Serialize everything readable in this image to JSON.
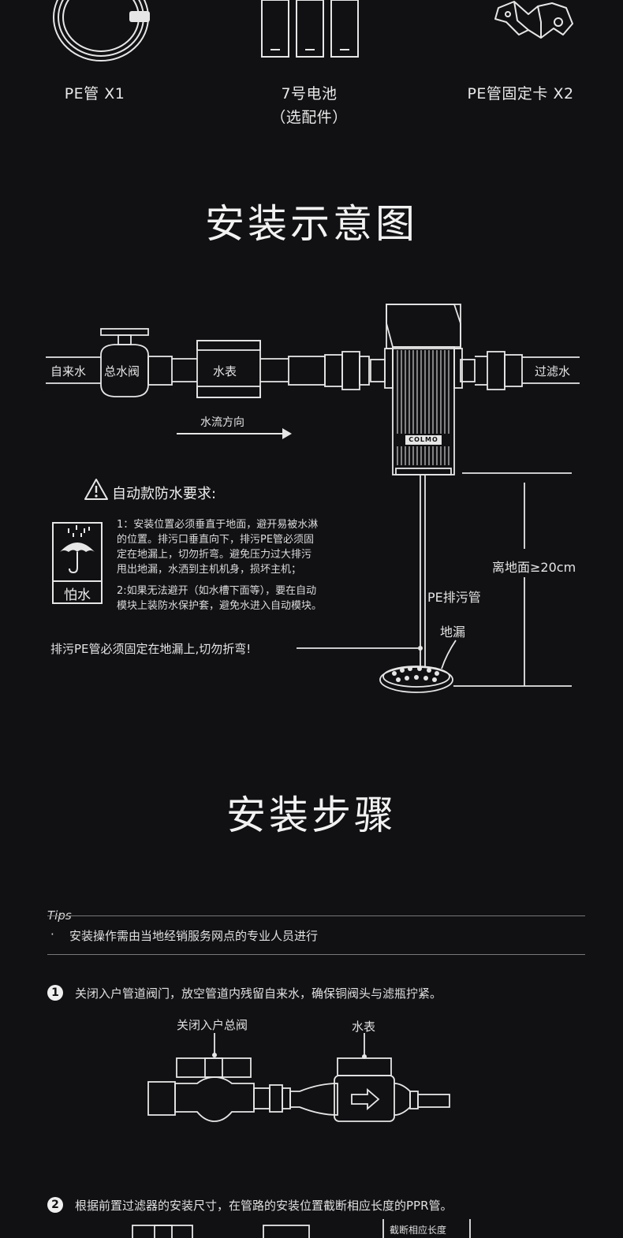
{
  "parts": [
    {
      "label": "PE管 X1",
      "icon": "pe-pipe-coil-icon"
    },
    {
      "label": "7号电池",
      "sub": "（选配件）",
      "icon": "battery-icon"
    },
    {
      "label": "PE管固定卡 X2",
      "icon": "pipe-clip-icon"
    }
  ],
  "diagram": {
    "title": "安装示意图",
    "inlet": "自来水",
    "main_valve": "总水阀",
    "meter": "水表",
    "outlet": "过滤水",
    "flow_direction": "水流方向",
    "brand": "COLMO",
    "height_label": "离地面≥20cm",
    "drain_pipe_label": "PE排污管",
    "floor_drain_label": "地漏",
    "warning_title": "自动款防水要求:",
    "warning_icon_label": "怕水",
    "warning_lines": [
      "1：安装位置必须垂直于地面，避开易被水淋",
      "的位置。排污口垂直向下，排污PE管必须固",
      "定在地漏上，切勿折弯。避免压力过大排污",
      "甩出地漏，水洒到主机机身，损坏主机；",
      "2:如果无法避开（如水槽下面等），要在自动",
      "模块上装防水保护套，避免水进入自动模块。"
    ],
    "drain_note": "排污PE管必须固定在地漏上,切勿折弯!"
  },
  "steps_section": {
    "title": "安装步骤",
    "tips_label": "Tips",
    "tips_text": "安装操作需由当地经销服务网点的专业人员进行",
    "tips_bullet": "·",
    "steps": [
      {
        "num": "1",
        "text": "关闭入户管道阀门，放空管道内残留自来水，确保铜阀头与滤瓶拧紧。",
        "callout_valve": "关闭入户总阀",
        "callout_meter": "水表"
      },
      {
        "num": "2",
        "text": "根据前置过滤器的安装尺寸，在管路的安装位置截断相应长度的PPR管。",
        "callout_cut": "截断相应长度"
      }
    ]
  },
  "colors": {
    "background": "#111114",
    "line": "#e6e6e6"
  }
}
